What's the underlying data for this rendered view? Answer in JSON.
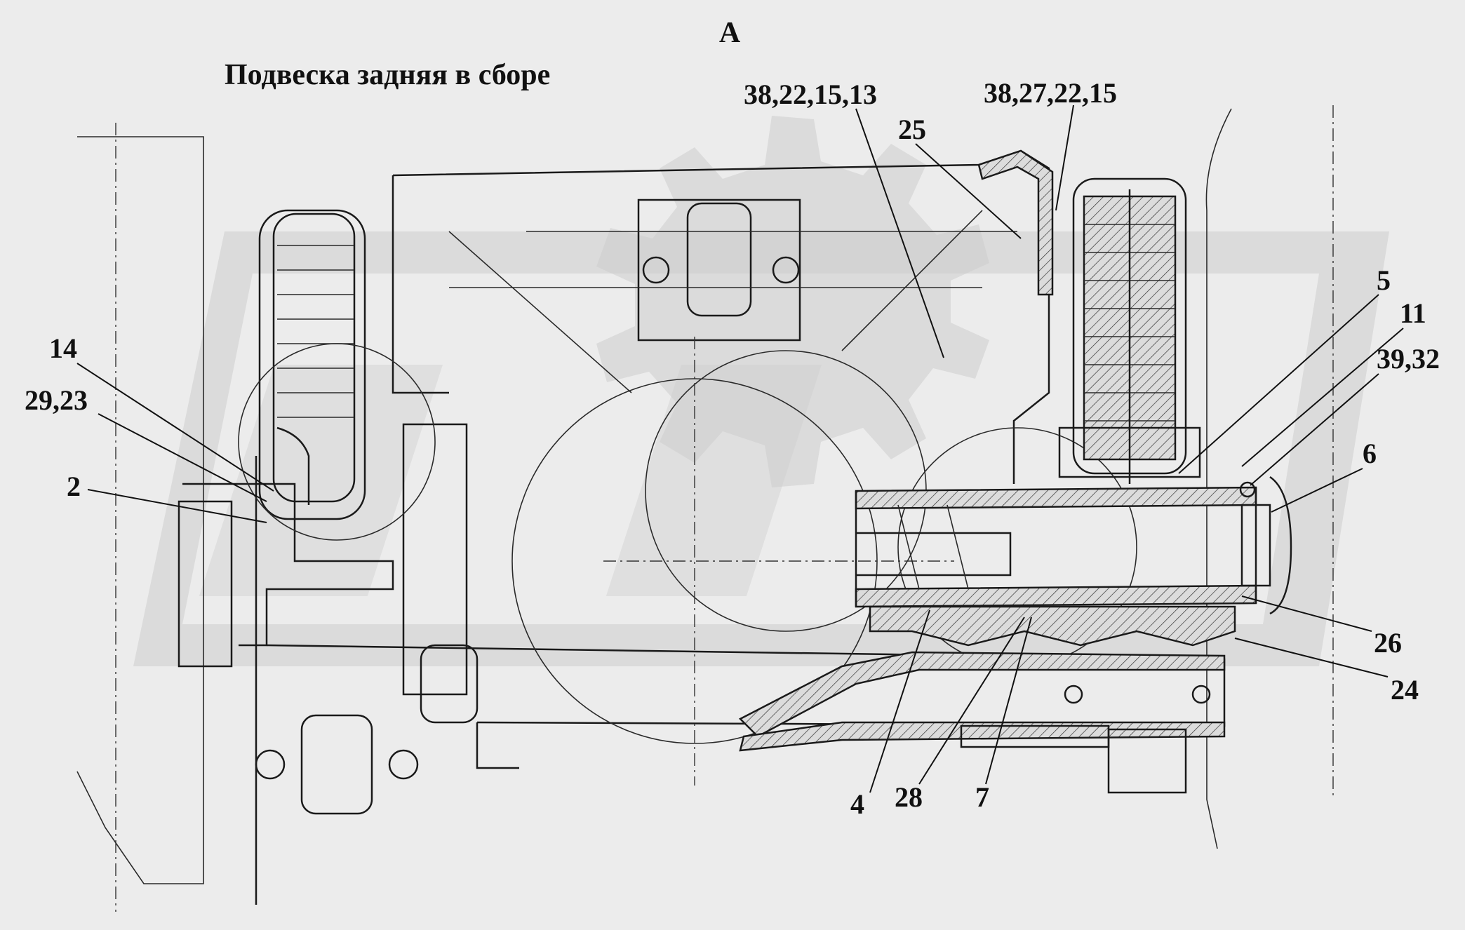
{
  "view_label": "А",
  "title": "Подвеска задняя в сборе",
  "callouts": [
    {
      "id": "c1",
      "text": "38,22,15,13"
    },
    {
      "id": "c2",
      "text": "38,27,22,15"
    },
    {
      "id": "c3",
      "text": "25"
    },
    {
      "id": "c4",
      "text": "5"
    },
    {
      "id": "c5",
      "text": "11"
    },
    {
      "id": "c6",
      "text": "39,32"
    },
    {
      "id": "c7",
      "text": "6"
    },
    {
      "id": "c8",
      "text": "14"
    },
    {
      "id": "c9",
      "text": "29,23"
    },
    {
      "id": "c10",
      "text": "2"
    },
    {
      "id": "c11",
      "text": "26"
    },
    {
      "id": "c12",
      "text": "24"
    },
    {
      "id": "c13",
      "text": "4"
    },
    {
      "id": "c14",
      "text": "28"
    },
    {
      "id": "c15",
      "text": "7"
    }
  ]
}
